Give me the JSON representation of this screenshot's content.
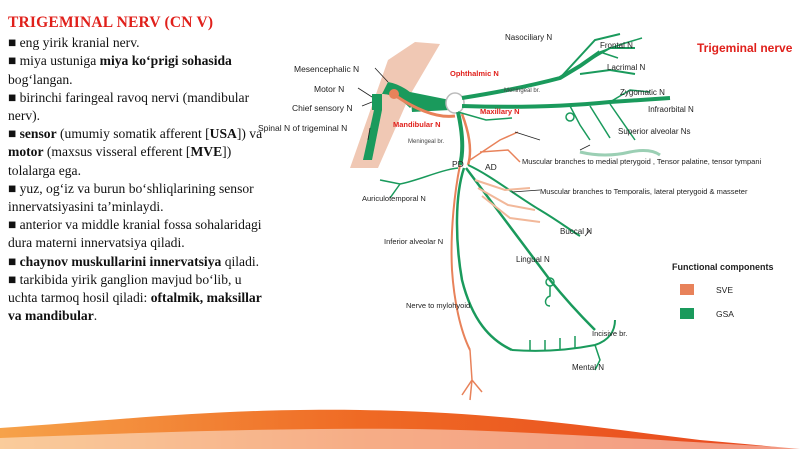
{
  "slide": {
    "title": "TRIGEMINAL NERV (CN V)",
    "paragraphs": [
      [
        {
          "t": "■ eng yirik kranial nerv."
        }
      ],
      [
        {
          "t": "■ miya ustuniga "
        },
        {
          "t": "miya ko‘prigi sohasida",
          "b": true
        },
        {
          "t": " bog‘langan."
        }
      ],
      [
        {
          "t": "■ birinchi faringeal ravoq nervi (mandibular nerv)."
        }
      ],
      [
        {
          "t": "■ "
        },
        {
          "t": "sensor",
          "b": true
        },
        {
          "t": " (umumiy somatik afferent ["
        },
        {
          "t": "USA",
          "b": true
        },
        {
          "t": "]) va "
        },
        {
          "t": "motor",
          "b": true
        },
        {
          "t": " (maxsus visseral efferent ["
        },
        {
          "t": "MVE",
          "b": true
        },
        {
          "t": "]) tolalarga ega."
        }
      ],
      [
        {
          "t": "■ yuz, og‘iz va burun bo‘shliqlarining sensor innervatsiyasini ta’minlaydi."
        }
      ],
      [
        {
          "t": "■ anterior va middle kranial fossa sohalaridagi dura materni innervatsiya qiladi."
        }
      ],
      [
        {
          "t": "■ "
        },
        {
          "t": "chaynov muskullarini innervatsiya",
          "b": true
        },
        {
          "t": " qiladi."
        }
      ],
      [
        {
          "t": "■ tarkibida yirik ganglion mavjud bo‘lib, u uchta tarmoq hosil qiladi: "
        },
        {
          "t": "oftalmik, maksillar va mandibular",
          "b": true
        },
        {
          "t": "."
        }
      ]
    ]
  },
  "diagram": {
    "title": "Trigeminal nerve",
    "labels": {
      "mesencephalic": "Mesencephalic  N",
      "motor": "Motor  N",
      "chief_sensory": "Chief sensory  N",
      "spinal": "Spinal  N of trigeminal N",
      "ophthalmic": "Ophthalmic  N",
      "maxillary": "Maxillary  N",
      "mandibular": "Mandibular N",
      "meningeal_br": "Meningeal br.",
      "meningeal_br2": "Meningeal br.",
      "nasociliary": "Nasociliary  N",
      "frontal": "Frontal  N",
      "lacrimal": "Lacrimal  N",
      "zygomatic": "Zygomatic  N",
      "infraorbital": "Infraorbital  N",
      "superior_alveolar": "Superior alveolar Ns",
      "pd": "PD",
      "ad": "AD",
      "muscular_medial": "Muscular branches to medial  pterygoid , Tensor palatine, tensor tympani",
      "muscular_temporalis": "Muscular branches to Temporalis, lateral pterygoid & masseter",
      "auriculotemporal": "Auriculotemporal N",
      "buccal": "Buccal N",
      "inferior_alveolar": "Inferior alveolar N",
      "lingual": "Lingual N",
      "mylohyoid": "Nerve to mylohyoid",
      "incisive": "Incisive br.",
      "mental": "Mental N"
    },
    "legend": {
      "title": "Functional components",
      "items": [
        {
          "label": "SVE",
          "color": "#e8825a"
        },
        {
          "label": "GSA",
          "color": "#1a9a5c"
        }
      ]
    },
    "colors": {
      "gsa": "#1a9a5c",
      "sve": "#e8825a",
      "brainstem": "#f0c8b4",
      "title_red": "#e0201b",
      "text": "#222222"
    }
  }
}
